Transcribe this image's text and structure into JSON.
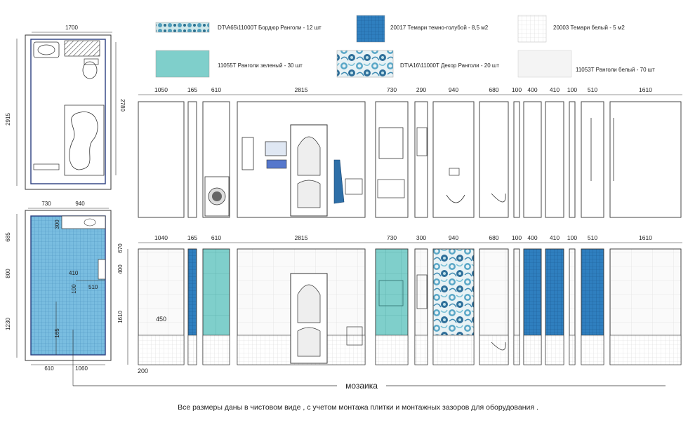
{
  "legend": [
    {
      "code": "DT\\A65\\11000T",
      "name": "Бордюр Ранголи",
      "qty": "- 12 шт",
      "swatch": "border"
    },
    {
      "code": "20017",
      "name": "Темари темно-голубой",
      "qty": "- 8,5 м2",
      "swatch": "darkblue"
    },
    {
      "code": "20003",
      "name": "Темари белый",
      "qty": "- 5 м2",
      "swatch": "white-mosaic"
    },
    {
      "code": "11055T",
      "name": "Ранголи зеленый",
      "qty": "- 30 шт",
      "swatch": "green"
    },
    {
      "code": "DT\\A16\\11000T",
      "name": "Декор Ранголи",
      "qty": "- 20 шт",
      "swatch": "decor"
    },
    {
      "code": "11053T",
      "name": "Ранголи белый",
      "qty": "- 70 шт",
      "swatch": "white"
    }
  ],
  "plan_top": {
    "width": "1700",
    "height_left": "2915",
    "height_right": "2780"
  },
  "plan_floor": {
    "top_left": "730",
    "top_right": "940",
    "left_dims": [
      "685",
      "800",
      "1230"
    ],
    "inner": [
      "300",
      "410",
      "100",
      "510",
      "165"
    ],
    "bottom_left": "610",
    "bottom_right": "1060"
  },
  "row1_dims": [
    "1050",
    "165",
    "610",
    "2815",
    "730",
    "290",
    "940",
    "680",
    "100",
    "400",
    "410",
    "100",
    "510",
    "1610"
  ],
  "row2_dims": [
    "1040",
    "165",
    "610",
    "2815",
    "730",
    "300",
    "940",
    "680",
    "100",
    "400",
    "410",
    "100",
    "510",
    "1610"
  ],
  "row2_side_dims": [
    "670",
    "400",
    "1610"
  ],
  "row2_extra": {
    "d450": "450",
    "d200": "200"
  },
  "mosaic_label": "мозаика",
  "footer_note": "Все размеры даны в чистовом виде , с учетом монтажа плитки и монтажных зазоров для оборудования .",
  "colors": {
    "teal": "#7fcfcb",
    "dark_blue": "#2e6fa8",
    "mosaic_blue": "#6fb4d8",
    "outline": "#333333"
  }
}
